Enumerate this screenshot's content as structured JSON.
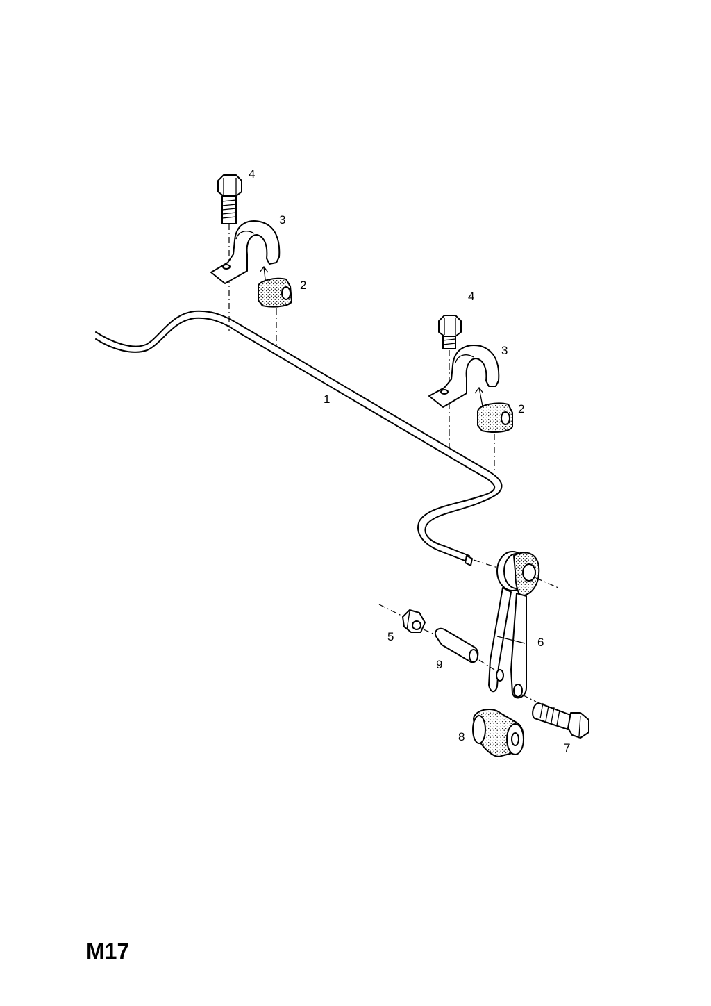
{
  "diagram": {
    "code": "M17",
    "callouts": {
      "bar": "1",
      "bush_left": "2",
      "bush_right": "2",
      "clamp_left": "3",
      "clamp_right": "3",
      "bolt_left": "4",
      "bolt_right": "4",
      "nut": "5",
      "link": "6",
      "link_bolt": "7",
      "link_bush": "8",
      "sleeve": "9"
    }
  }
}
